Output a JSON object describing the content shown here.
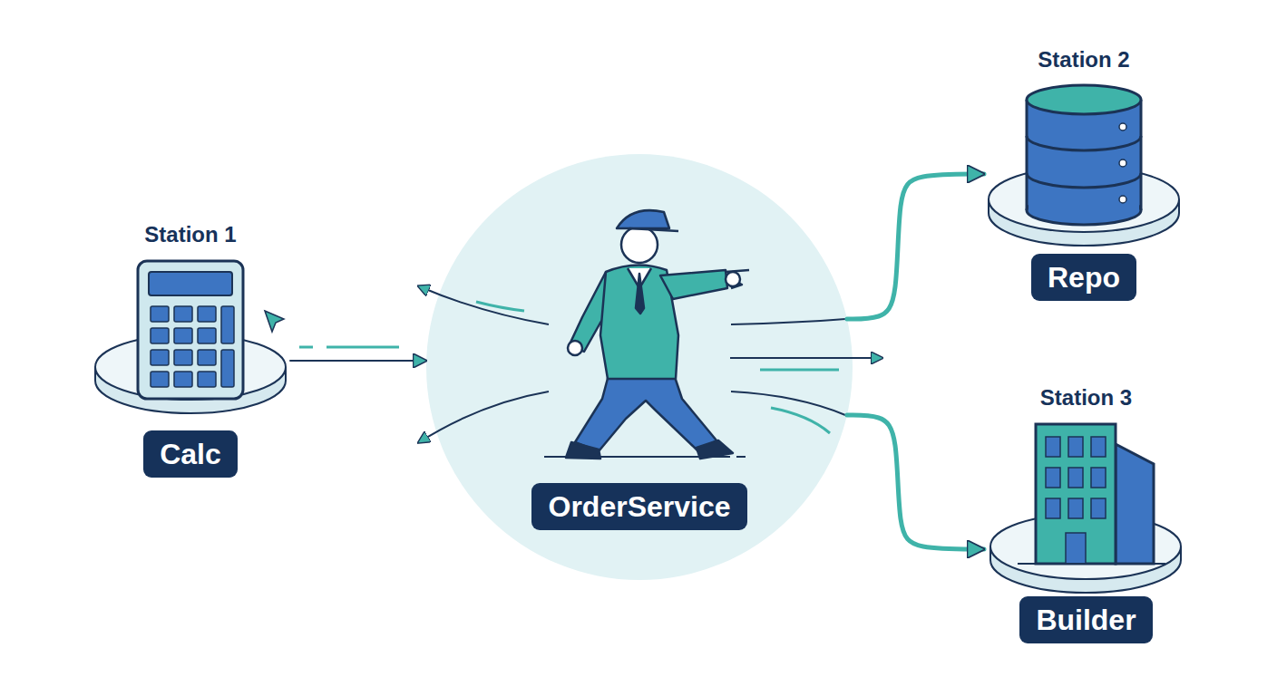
{
  "diagram": {
    "nodes": [
      {
        "text": [
          "Station 1",
          "Calc"
        ]
      },
      {
        "text": [
          "OrderService"
        ]
      },
      {
        "text": [
          "Station 2",
          "Repo"
        ]
      },
      {
        "text": [
          "Station 3",
          "Builder"
        ]
      }
    ],
    "edges": [
      {
        "from": 0,
        "to": 1,
        "arrow": "to"
      },
      {
        "from": 1,
        "to": 2,
        "arrow": "to"
      },
      {
        "from": 1,
        "to": 3,
        "arrow": "to"
      }
    ]
  }
}
